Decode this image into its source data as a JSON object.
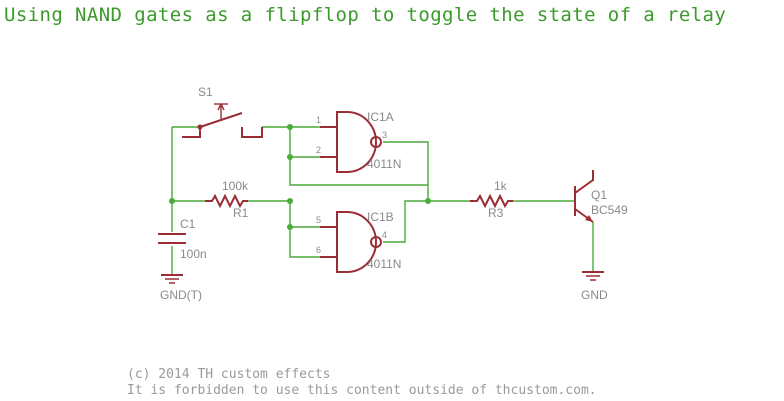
{
  "title": "Using NAND gates as a flipflop to toggle the state of a relay",
  "colors": {
    "wire": "#4aaa3a",
    "component": "#9b2d35",
    "label": "#8a8a8a",
    "title": "#3a9a2a"
  },
  "components": {
    "s1": {
      "name": "S1"
    },
    "ic1a": {
      "name": "IC1A",
      "value": "4011N",
      "pins": [
        "1",
        "2",
        "3"
      ]
    },
    "ic1b": {
      "name": "IC1B",
      "value": "4011N",
      "pins": [
        "5",
        "6",
        "4"
      ]
    },
    "r1": {
      "name": "R1",
      "value": "100k"
    },
    "r3": {
      "name": "R3",
      "value": "1k"
    },
    "c1": {
      "name": "C1",
      "value": "100n"
    },
    "q1": {
      "name": "Q1",
      "value": "BC549"
    }
  },
  "grounds": {
    "left": "GND(T)",
    "right": "GND"
  },
  "footer": {
    "line1": "(c) 2014 TH custom effects",
    "line2": "It is forbidden to use this content outside of thcustom.com."
  }
}
